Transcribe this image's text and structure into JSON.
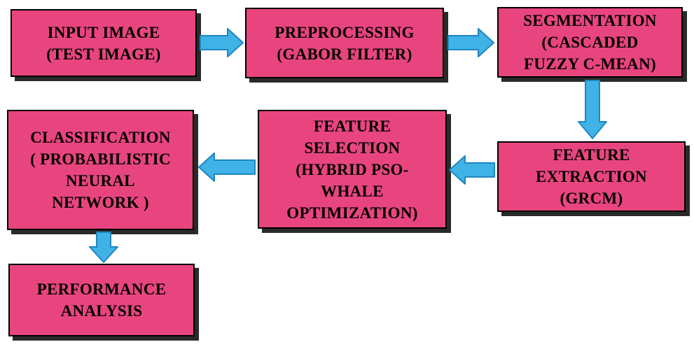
{
  "diagram": {
    "colors": {
      "box_fill": "#e8457f",
      "box_border": "#000000",
      "box_shadow": "#2a2a2a",
      "arrow_fill": "#3fb2e6",
      "arrow_stroke": "#1f86c2",
      "text": "#000000"
    },
    "nodes": {
      "input_image": {
        "label": "INPUT IMAGE\n(TEST IMAGE)"
      },
      "preprocessing": {
        "label": "PREPROCESSING\n(GABOR FILTER)"
      },
      "segmentation": {
        "label": "SEGMENTATION\n(CASCADED\nFUZZY C-MEAN)"
      },
      "feature_extraction": {
        "label": "FEATURE\nEXTRACTION\n(GRCM)"
      },
      "feature_selection": {
        "label": "FEATURE\nSELECTION\n(HYBRID PSO-\nWHALE\nOPTIMIZATION)"
      },
      "classification": {
        "label": "CLASSIFICATION\n( PROBABILISTIC\nNEURAL\nNETWORK )"
      },
      "performance_analysis": {
        "label": "PERFORMANCE\nANALYSIS"
      }
    },
    "edges": [
      {
        "from": "input_image",
        "to": "preprocessing",
        "direction": "right"
      },
      {
        "from": "preprocessing",
        "to": "segmentation",
        "direction": "right"
      },
      {
        "from": "segmentation",
        "to": "feature_extraction",
        "direction": "down"
      },
      {
        "from": "feature_extraction",
        "to": "feature_selection",
        "direction": "left"
      },
      {
        "from": "feature_selection",
        "to": "classification",
        "direction": "left"
      },
      {
        "from": "classification",
        "to": "performance_analysis",
        "direction": "down"
      }
    ]
  }
}
